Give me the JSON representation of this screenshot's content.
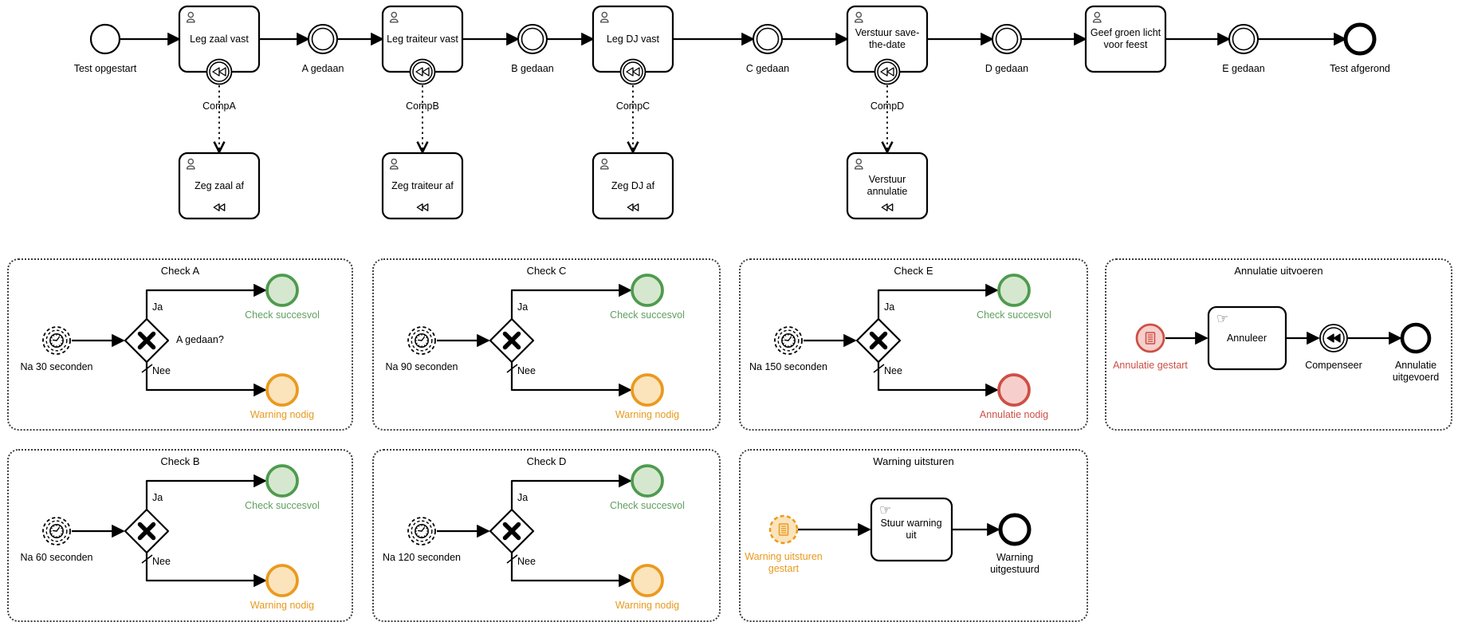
{
  "colors": {
    "success_stroke": "#4e9b4e",
    "success_fill": "#d6e7cf",
    "success_text": "#61a061",
    "warning_stroke": "#ea9a1e",
    "warning_fill": "#fbe3bc",
    "warning_text": "#e8991c",
    "danger_stroke": "#ce4f45",
    "danger_fill": "#f6cfcc",
    "danger_text": "#cb4f45",
    "line": "#000000"
  },
  "icons": {
    "manual_task_glyph": "☞"
  },
  "main_flow": {
    "start_label": "Test opgestart",
    "end_label": "Test afgerond",
    "milestone_labels": [
      "A gedaan",
      "B gedaan",
      "C gedaan",
      "D gedaan",
      "E gedaan"
    ],
    "tasks": [
      {
        "label": "Leg zaal vast",
        "boundary_label": "CompA",
        "compensation_task_label": "Zeg zaal af"
      },
      {
        "label": "Leg traiteur vast",
        "boundary_label": "CompB",
        "compensation_task_label": "Zeg traiteur af"
      },
      {
        "label": "Leg DJ vast",
        "boundary_label": "CompC",
        "compensation_task_label": "Zeg DJ af"
      },
      {
        "label": "Verstuur save-the-date",
        "boundary_label": "CompD",
        "compensation_task_label": "Verstuur annulatie"
      },
      {
        "label": "Geef groen licht voor feest"
      }
    ]
  },
  "subprocesses": [
    {
      "kind": "check",
      "title": "Check A",
      "timer_label": "Na 30 seconden",
      "gateway_label": "A gedaan?",
      "yes_label": "Ja",
      "no_label": "Nee",
      "success_label": "Check succesvol",
      "fail_label": "Warning nodig",
      "fail_color": "warning"
    },
    {
      "kind": "check",
      "title": "Check C",
      "timer_label": "Na 90 seconden",
      "yes_label": "Ja",
      "no_label": "Nee",
      "success_label": "Check succesvol",
      "fail_label": "Warning nodig",
      "fail_color": "warning"
    },
    {
      "kind": "check",
      "title": "Check E",
      "timer_label": "Na 150 seconden",
      "yes_label": "Ja",
      "no_label": "Nee",
      "success_label": "Check succesvol",
      "fail_label": "Annulatie nodig",
      "fail_color": "danger"
    },
    {
      "kind": "annulation",
      "title": "Annulatie uitvoeren",
      "start_label": "Annulatie gestart",
      "task_label": "Annuleer",
      "compensate_label": "Compenseer",
      "end_label": "Annulatie uitgevoerd"
    },
    {
      "kind": "check",
      "title": "Check B",
      "timer_label": "Na 60 seconden",
      "yes_label": "Ja",
      "no_label": "Nee",
      "success_label": "Check succesvol",
      "fail_label": "Warning nodig",
      "fail_color": "warning"
    },
    {
      "kind": "check",
      "title": "Check D",
      "timer_label": "Na 120 seconden",
      "yes_label": "Ja",
      "no_label": "Nee",
      "success_label": "Check succesvol",
      "fail_label": "Warning nodig",
      "fail_color": "warning"
    },
    {
      "kind": "warning",
      "title": "Warning uitsturen",
      "start_label": "Warning uitsturen gestart",
      "task_label": "Stuur warning uit",
      "end_label": "Warning uitgestuurd"
    }
  ]
}
